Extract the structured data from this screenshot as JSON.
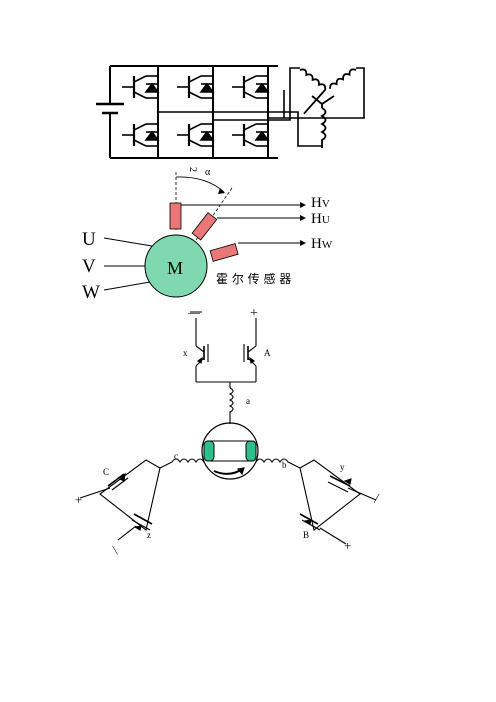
{
  "inverter": {
    "igbt_count": 6
  },
  "hall_diagram": {
    "motor_label": "M",
    "phase_labels": [
      "U",
      "V",
      "W"
    ],
    "angle_label": "α",
    "angle_label_2": "2",
    "sensor_outputs": [
      {
        "main": "H",
        "sub": "V"
      },
      {
        "main": "H",
        "sub": "U"
      },
      {
        "main": "H",
        "sub": "W"
      }
    ],
    "sensor_caption": "霍 尔 传 感 器",
    "colors": {
      "motor": "#7fd8b0",
      "sensor": "#e87878"
    }
  },
  "winding_diagram": {
    "minus": "—",
    "plus": "+",
    "switch_x": "x",
    "switch_a_upper": "A",
    "coil_a": "a",
    "coil_b": "b",
    "coil_c": "c",
    "switch_c_upper": "C",
    "switch_z": "z",
    "switch_y": "y",
    "switch_b_upper": "B",
    "cross_mark": "+",
    "bar_mark": "|",
    "colors": {
      "rotor": "#2bbf8a"
    }
  }
}
